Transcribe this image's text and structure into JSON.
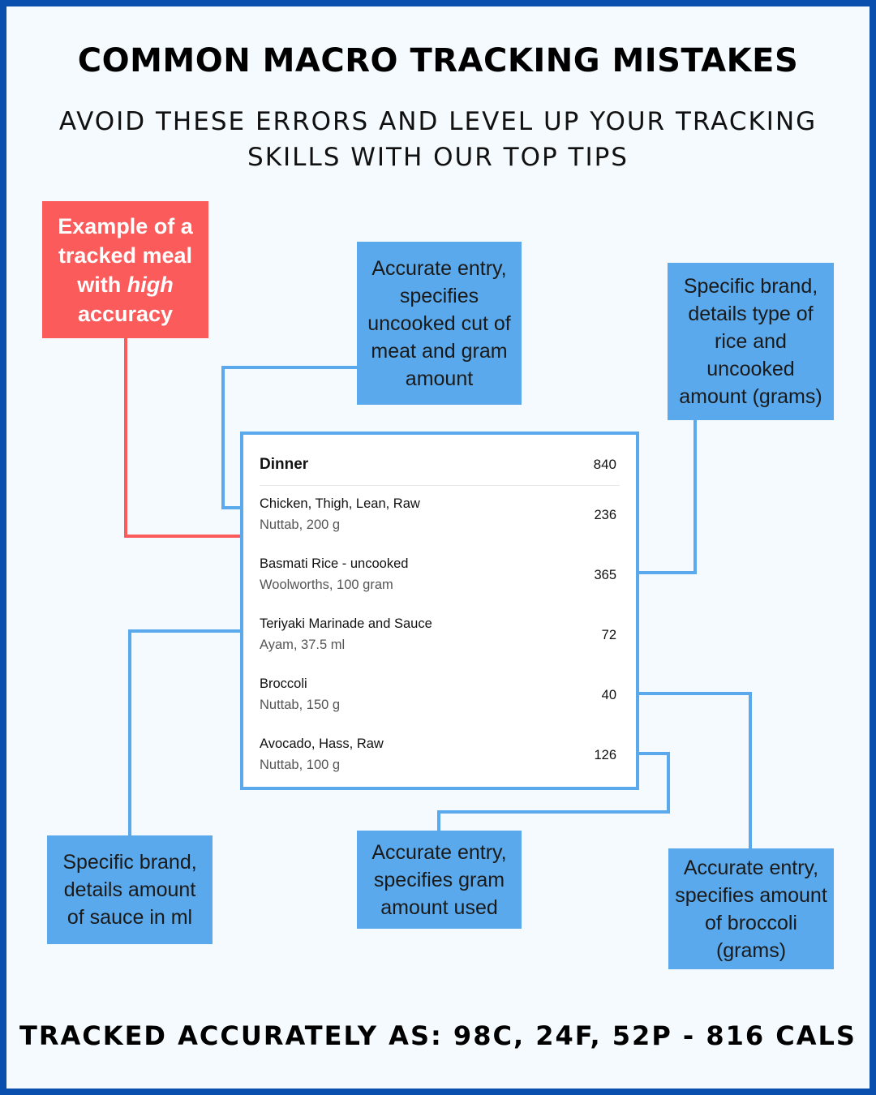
{
  "title": "COMMON MACRO TRACKING MISTAKES",
  "subtitle": "AVOID THESE ERRORS AND LEVEL UP YOUR TRACKING SKILLS WITH OUR TOP TIPS",
  "red_label": {
    "line1": "Example of a",
    "line2": "tracked meal",
    "line3_prefix": "with ",
    "line3_emph": "high",
    "line4": "accuracy"
  },
  "callouts": {
    "chicken": "Accurate entry, specifies uncooked cut of meat and gram amount",
    "rice": "Specific brand, details type of rice and uncooked amount (grams)",
    "sauce": "Specific brand, details amount of sauce in ml",
    "avocado": "Accurate entry, specifies gram amount used",
    "broccoli": "Accurate entry, specifies amount of broccoli (grams)"
  },
  "meal": {
    "name": "Dinner",
    "total": "840",
    "items": [
      {
        "name": "Chicken, Thigh, Lean, Raw",
        "detail": "Nuttab, 200 g",
        "calories": "236"
      },
      {
        "name": "Basmati Rice - uncooked",
        "detail": "Woolworths, 100 gram",
        "calories": "365"
      },
      {
        "name": "Teriyaki Marinade and Sauce",
        "detail": "Ayam, 37.5 ml",
        "calories": "72"
      },
      {
        "name": "Broccoli",
        "detail": "Nuttab, 150 g",
        "calories": "40"
      },
      {
        "name": "Avocado, Hass, Raw",
        "detail": "Nuttab, 100 g",
        "calories": "126"
      }
    ]
  },
  "footer": "TRACKED ACCURATELY AS: 98C, 24F, 52P - 816 CALS",
  "colors": {
    "border": "#0b4fae",
    "background": "#f5fafe",
    "callout": "#5aa9ec",
    "highlight": "#fb5b5b"
  }
}
